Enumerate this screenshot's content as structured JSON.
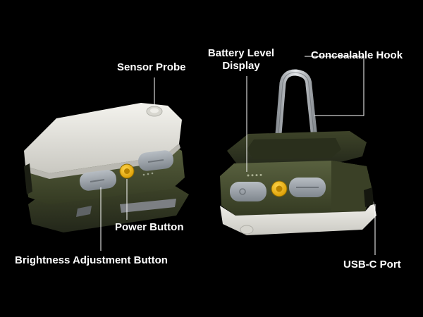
{
  "labels": {
    "sensor_probe": "Sensor Probe",
    "battery_level_line1": "Battery Level",
    "battery_level_line2": "Display",
    "concealable_hook": "Concealable Hook",
    "power_button": "Power Button",
    "brightness_button": "Brightness Adjustment Button",
    "usb_c_port": "USB-C Port"
  },
  "colors": {
    "background": "#000000",
    "body_green": "#4a5233",
    "cap_white": "#e8e6df",
    "button_grey": "#9aa1a8",
    "power_yellow": "#f2b400",
    "hook_silver": "#c9cdd1",
    "leader_line": "#ffffff"
  }
}
